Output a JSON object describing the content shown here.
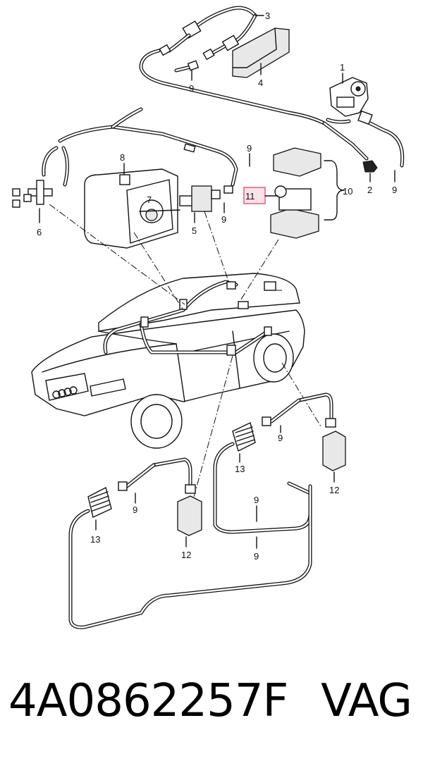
{
  "callouts": {
    "c1": "1",
    "c2": "2",
    "c3": "3",
    "c4": "4",
    "c5": "5",
    "c6": "6",
    "c7": "7",
    "c8": "8",
    "c9a": "9",
    "c9b": "9",
    "c9c": "9",
    "c9d": "9",
    "c9e": "9",
    "c9f": "9",
    "c9g": "9",
    "c9h": "9",
    "c10": "10",
    "c11": "11",
    "c12a": "12",
    "c12b": "12",
    "c13a": "13",
    "c13b": "13"
  },
  "footer": {
    "part_number": "4A0862257F",
    "brand": "VAG"
  },
  "colors": {
    "highlight_box": "#e0607a",
    "highlight_fill": "#fbe3e8"
  }
}
